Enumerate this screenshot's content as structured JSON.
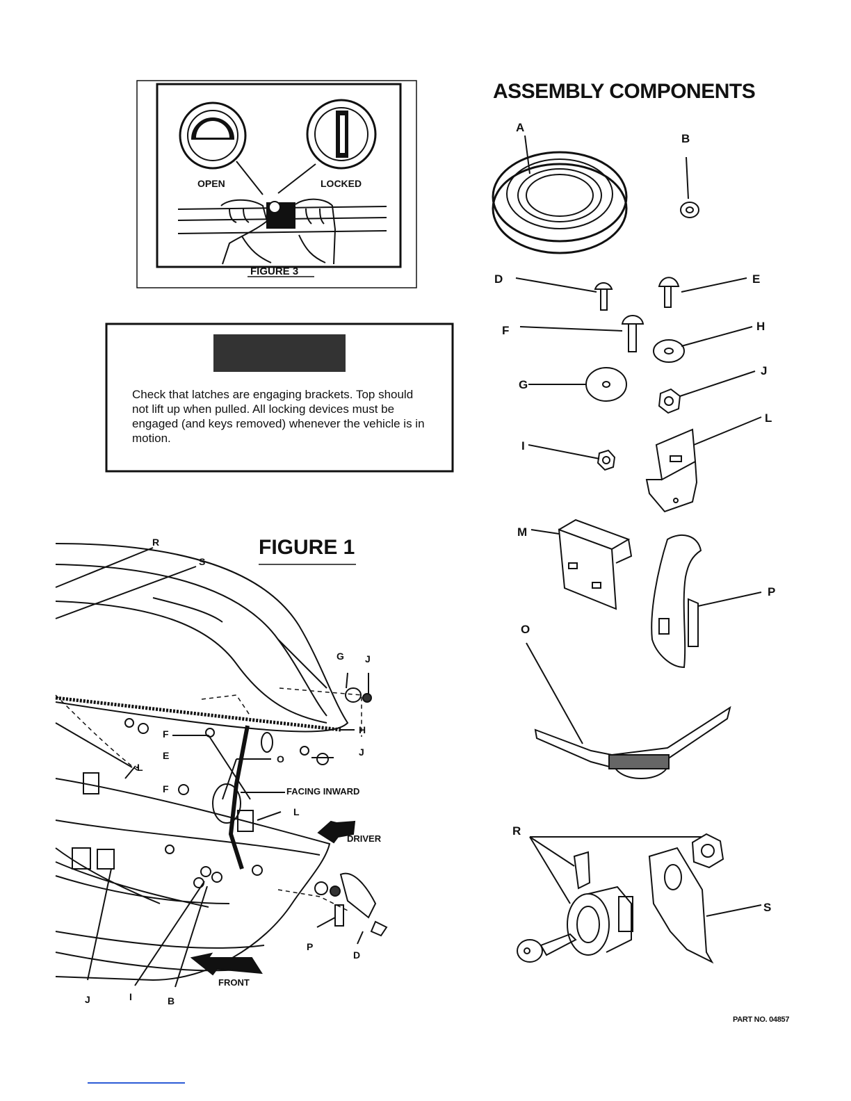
{
  "figure3": {
    "open_label": "OPEN",
    "locked_label": "LOCKED",
    "caption": "FIGURE 3"
  },
  "caution": {
    "text": "Check that latches are engaging brackets. Top should not lift up when pulled. All locking devices must be engaged (and keys removed) whenever the vehicle is in motion."
  },
  "figure1": {
    "title": "FIGURE 1",
    "labels": {
      "R": "R",
      "S": "S",
      "G": "G",
      "J1": "J",
      "F1": "F",
      "H": "H",
      "L1": "L",
      "E": "E",
      "O": "O",
      "J2": "J",
      "F2": "F",
      "facing": "FACING INWARD",
      "L2": "L",
      "driver": "DRIVER",
      "P": "P",
      "D": "D",
      "front": "FRONT",
      "J3": "J",
      "I": "I",
      "B": "B"
    }
  },
  "components": {
    "title": "ASSEMBLY COMPONENTS",
    "labels": {
      "A": "A",
      "B": "B",
      "D": "D",
      "E": "E",
      "F": "F",
      "H": "H",
      "G": "G",
      "J": "J",
      "I": "I",
      "L": "L",
      "M": "M",
      "P": "P",
      "O": "O",
      "R": "R",
      "S": "S"
    }
  },
  "footer": {
    "part_no": "PART NO. 04857"
  }
}
